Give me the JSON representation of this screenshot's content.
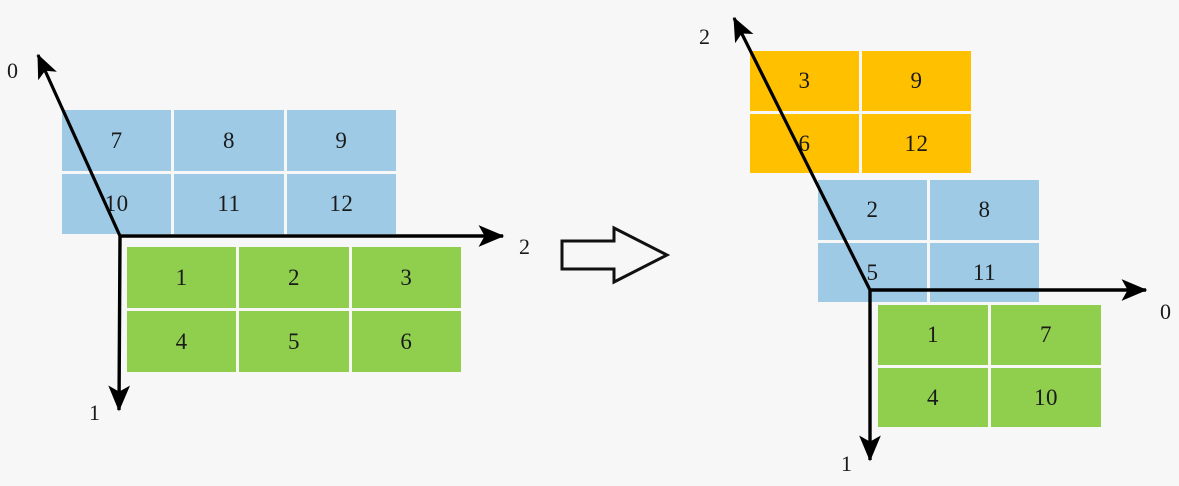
{
  "figure": {
    "background_color": "#f7f7f7",
    "stroke_color": "#000000",
    "text_color": "#1a1a1a"
  },
  "palette": {
    "blue": "#9ecae6",
    "green": "#90ce4e",
    "orange": "#ffc000",
    "axis": "#000000"
  },
  "transform_arrow": {
    "icon": "right-block-arrow-icon",
    "label": ""
  },
  "left_diagram": {
    "name": "source-layout",
    "axes": [
      {
        "id": "axis-0",
        "label": "0",
        "direction": "up-right-diagonal"
      },
      {
        "id": "axis-1",
        "label": "1",
        "direction": "down"
      },
      {
        "id": "axis-2",
        "label": "2",
        "direction": "right"
      }
    ],
    "slices": [
      {
        "name": "slice-blue",
        "color": "#9ecae6",
        "rows": 2,
        "cols": 3,
        "values": [
          [
            "7",
            "8",
            "9"
          ],
          [
            "10",
            "11",
            "12"
          ]
        ]
      },
      {
        "name": "slice-green",
        "color": "#90ce4e",
        "rows": 2,
        "cols": 3,
        "values": [
          [
            "1",
            "2",
            "3"
          ],
          [
            "4",
            "5",
            "6"
          ]
        ]
      }
    ]
  },
  "right_diagram": {
    "name": "target-layout",
    "axes": [
      {
        "id": "axis-2",
        "label": "2",
        "direction": "up-right-diagonal"
      },
      {
        "id": "axis-1",
        "label": "1",
        "direction": "down"
      },
      {
        "id": "axis-0",
        "label": "0",
        "direction": "right"
      }
    ],
    "slices": [
      {
        "name": "slice-orange",
        "color": "#ffc000",
        "rows": 2,
        "cols": 2,
        "values": [
          [
            "3",
            "9"
          ],
          [
            "6",
            "12"
          ]
        ]
      },
      {
        "name": "slice-blue",
        "color": "#9ecae6",
        "rows": 2,
        "cols": 2,
        "values": [
          [
            "2",
            "8"
          ],
          [
            "5",
            "11"
          ]
        ]
      },
      {
        "name": "slice-green",
        "color": "#90ce4e",
        "rows": 2,
        "cols": 2,
        "values": [
          [
            "1",
            "7"
          ],
          [
            "4",
            "10"
          ]
        ]
      }
    ]
  }
}
